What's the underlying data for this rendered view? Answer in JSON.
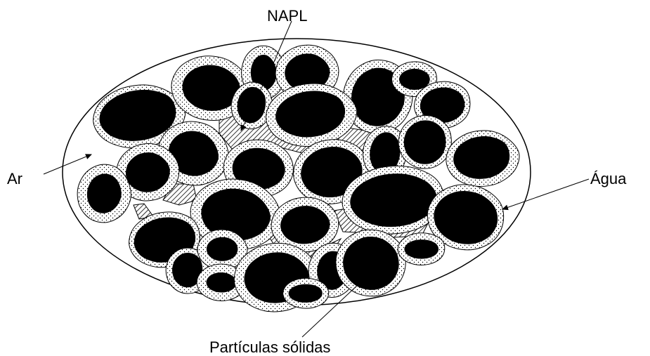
{
  "diagram": {
    "labels": {
      "napl": "NAPL",
      "air": "Ar",
      "water": "Água",
      "solids": "Partículas sólidas"
    }
  }
}
